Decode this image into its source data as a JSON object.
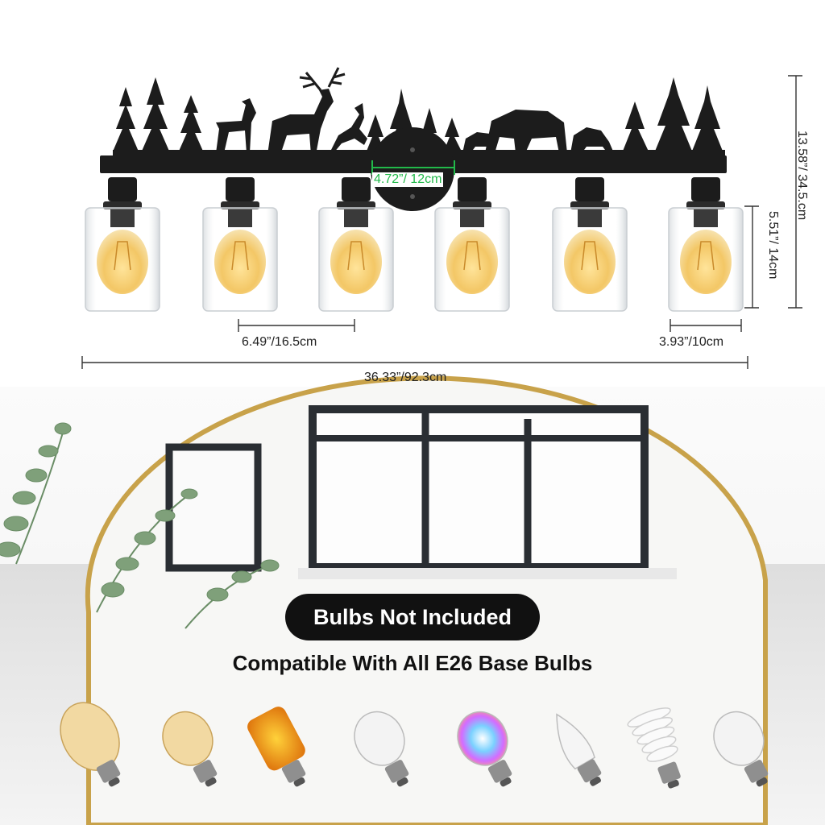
{
  "dimensions": {
    "height_total": "13.58”/ 34.5.cm",
    "shade_height": "5.51”/ 14cm",
    "backplate_width": "4.72”/ 12cm",
    "spacing": "6.49”/16.5cm",
    "shade_width": "3.93”/10cm",
    "total_width": "36.33”/92.3cm"
  },
  "notice": {
    "badge": "Bulbs Not Included",
    "compatibility": "Compatible With All E26 Base Bulbs"
  },
  "bulb_types": [
    "edison-st64-bulb-icon",
    "edison-st58-bulb-icon",
    "flame-effect-bulb-icon",
    "clear-st58-bulb-icon",
    "rgb-smart-bulb-icon",
    "candle-bulb-icon",
    "spiral-cfl-bulb-icon",
    "led-a19-bulb-icon"
  ],
  "colors": {
    "dimension_highlight": "#22b94a",
    "badge_bg": "#111111",
    "mirror_frame": "#c8a24a",
    "fixture_metal": "#1c1c1c"
  }
}
